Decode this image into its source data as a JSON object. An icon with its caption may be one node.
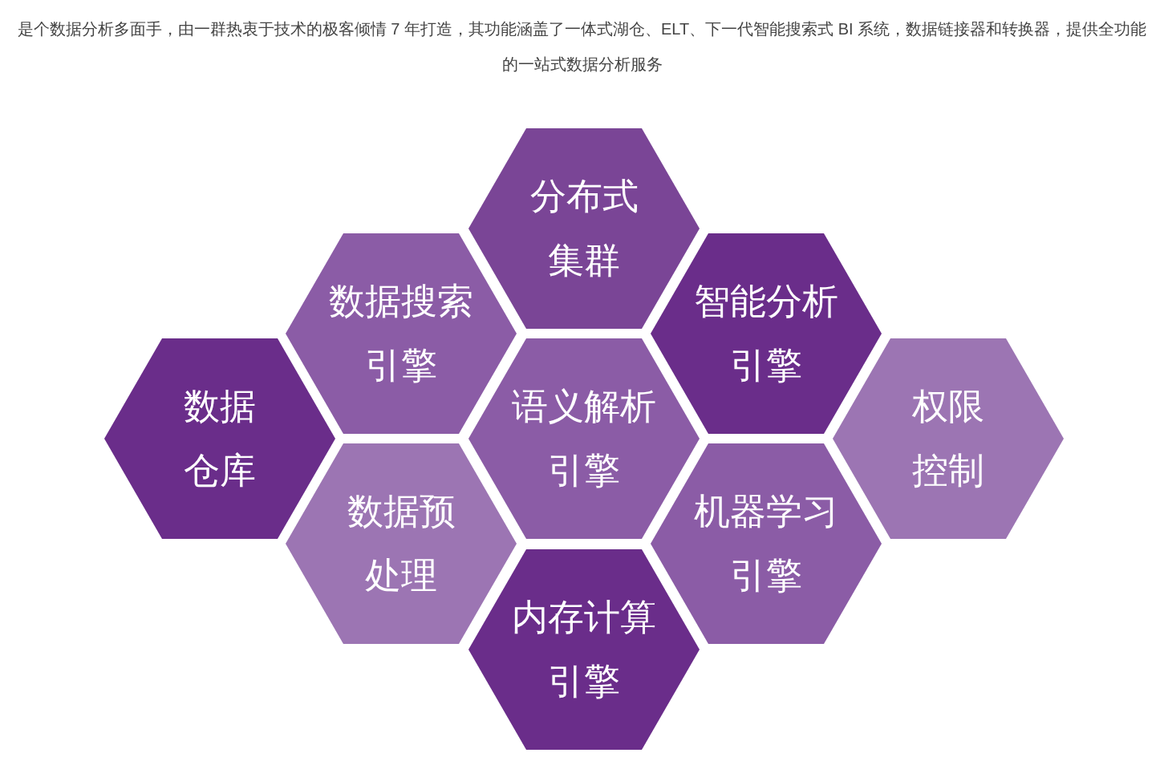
{
  "diagram": {
    "caption": "是个数据分析多面手，由一群热衷于技术的极客倾情 7 年打造，其功能涵盖了一体式湖仓、ELT、下一代智能搜索式 BI 系统，数据链接器和转换器，提供全功能的一站式数据分析服务",
    "nodes": [
      {
        "text": [
          "分布式集群"
        ]
      },
      {
        "text": [
          "数据搜索引擎"
        ]
      },
      {
        "text": [
          "智能分析引擎"
        ]
      },
      {
        "text": [
          "数据仓库"
        ]
      },
      {
        "text": [
          "语义解析引擎"
        ]
      },
      {
        "text": [
          "权限控制"
        ]
      },
      {
        "text": [
          "数据预处理"
        ]
      },
      {
        "text": [
          "机器学习引擎"
        ]
      },
      {
        "text": [
          "内存计算引擎"
        ]
      }
    ]
  }
}
